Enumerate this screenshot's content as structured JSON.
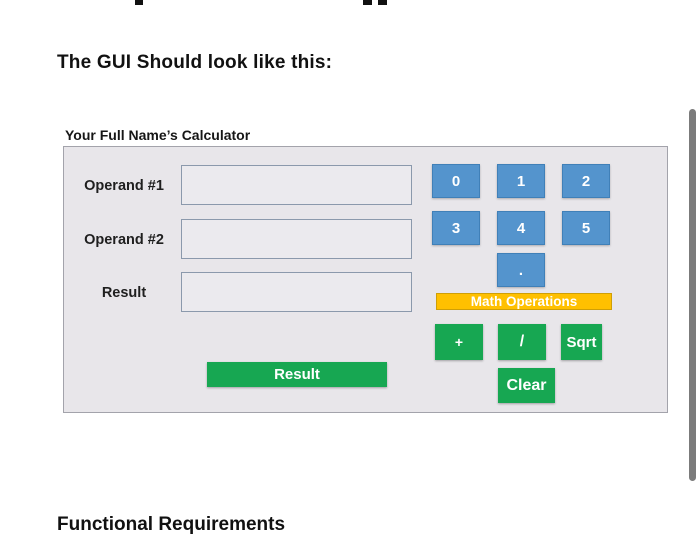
{
  "headings": {
    "top": "The GUI Should look like this:",
    "bottom": "Functional Requirements"
  },
  "calculator": {
    "title": "Your Full Name’s Calculator",
    "fields": [
      {
        "label": "Operand #1",
        "value": ""
      },
      {
        "label": "Operand #2",
        "value": ""
      },
      {
        "label": "Result",
        "value": ""
      }
    ],
    "digits": [
      "0",
      "1",
      "2",
      "3",
      "4",
      "5"
    ],
    "dot": ".",
    "operations_header": "Math Operations",
    "operations": [
      "+",
      "/",
      "Sqrt"
    ],
    "clear": "Clear",
    "result_button": "Result",
    "colors": {
      "digit_button_blue": "#5494cd",
      "operations_header_yellow": "#ffc000",
      "action_green": "#17a752",
      "panel_background": "#e8e6ea"
    }
  }
}
